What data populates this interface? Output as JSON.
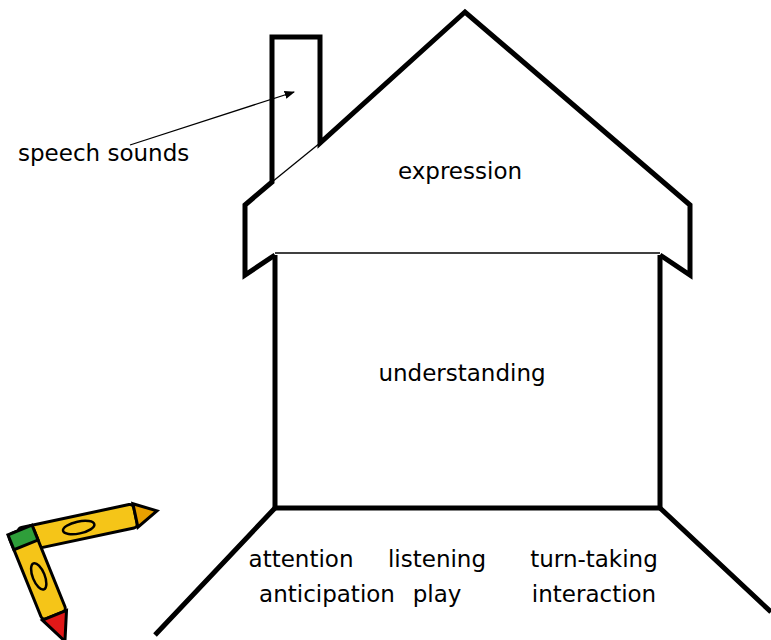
{
  "diagram": {
    "nodes": [
      {
        "text": [
          "expression"
        ]
      },
      {
        "text": [
          "understanding"
        ]
      },
      {
        "text": [
          "attention",
          "listening",
          "turn-taking",
          "anticipation",
          "play",
          "interaction"
        ]
      }
    ],
    "labels": [
      "speech sounds"
    ]
  }
}
